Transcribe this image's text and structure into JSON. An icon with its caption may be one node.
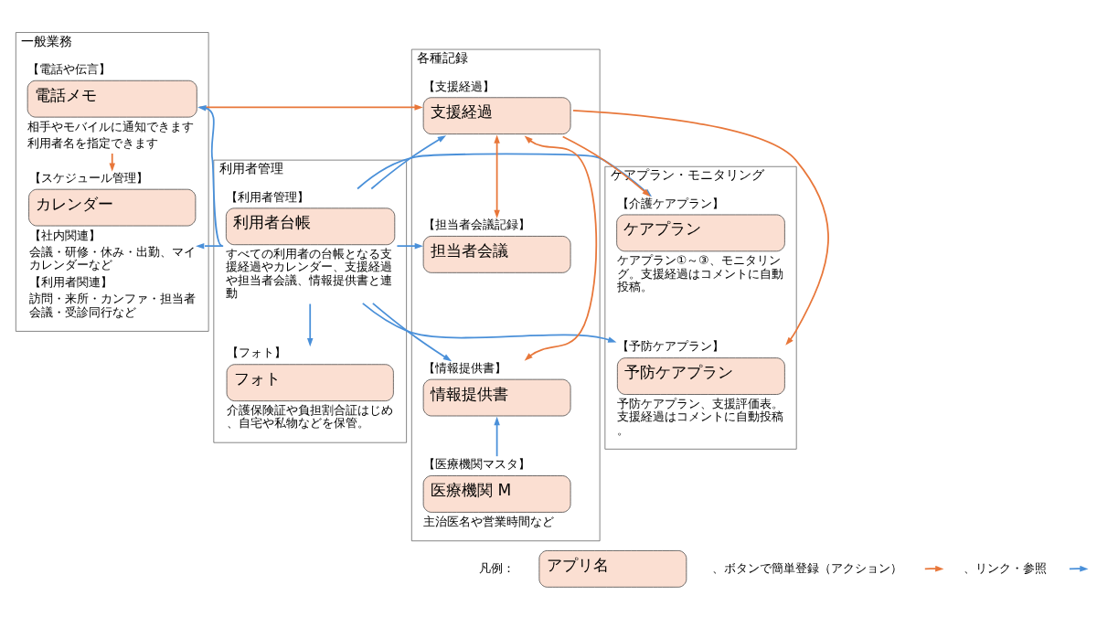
{
  "diagram": {
    "nodes": [
      {
        "text": [
          "一般業務"
        ]
      },
      {
        "text": [
          "【電話や伝言】",
          "電話メモ"
        ],
        "in": 0,
        "beside": [
          "相手やモバイルに通知できます",
          "利用者名を指定できます"
        ]
      },
      {
        "text": [
          "【スケジュール管理】",
          "カレンダー"
        ],
        "in": 0,
        "beside": [
          "【社内関連】",
          "会議・研修・休み・出勤、マイカレンダーなど",
          "【利用者関連】",
          "訪問・来所・カンファ・担当者会議・受診同行など"
        ]
      },
      {
        "text": [
          "利用者管理"
        ]
      },
      {
        "text": [
          "【利用者管理】",
          "利用者台帳"
        ],
        "in": 3,
        "beside": [
          "すべての利用者の台帳となる支援経過やカレンダー、支援経過や担当者会議、情報提供書と連動"
        ]
      },
      {
        "text": [
          "【フォト】",
          "フォト"
        ],
        "in": 3,
        "beside": [
          "介護保険証や負担割合証はじめ、自宅や私物などを保管。"
        ]
      },
      {
        "text": [
          "各種記録"
        ]
      },
      {
        "text": [
          "【支援経過】",
          "支援経過"
        ],
        "in": 6
      },
      {
        "text": [
          "【担当者会議記録】",
          "担当者会議"
        ],
        "in": 6
      },
      {
        "text": [
          "【情報提供書】",
          "情報提供書"
        ],
        "in": 6
      },
      {
        "text": [
          "【医療機関マスタ】",
          "医療機関 M"
        ],
        "in": 6,
        "beside": [
          "主治医名や営業時間など"
        ]
      },
      {
        "text": [
          "ケアプラン・モニタリング"
        ]
      },
      {
        "text": [
          "【介護ケアプラン】",
          "ケアプラン"
        ],
        "in": 11,
        "beside": [
          "ケアプラン①～③、モニタリング。支援経過はコメントに自動投稿。"
        ]
      },
      {
        "text": [
          "【予防ケアプラン】",
          "予防ケアプラン"
        ],
        "in": 11,
        "beside": [
          "予防ケアプラン、支援評価表。支援経過はコメントに自動投稿。"
        ]
      },
      {
        "text": [
          "アプリ名"
        ]
      }
    ],
    "edges": [
      {
        "from": 1,
        "to": 7,
        "arrow": "to",
        "color": "#e8773a"
      },
      {
        "from": 1,
        "to": 2,
        "arrow": "to",
        "color": "#e8773a"
      },
      {
        "from": 4,
        "to": 1,
        "arrow": "to"
      },
      {
        "from": 4,
        "to": 2,
        "arrow": "to"
      },
      {
        "from": 4,
        "to": 7,
        "arrow": "to"
      },
      {
        "from": 4,
        "to": 12,
        "arrow": "to"
      },
      {
        "from": 4,
        "to": 8,
        "arrow": "to"
      },
      {
        "from": 4,
        "to": 9,
        "arrow": "to"
      },
      {
        "from": 4,
        "to": 5,
        "arrow": "to"
      },
      {
        "from": 4,
        "to": 13,
        "arrow": "to"
      },
      {
        "from": 7,
        "to": 12,
        "arrow": "to",
        "color": "#e8773a"
      },
      {
        "from": 7,
        "to": 13,
        "arrow": "to",
        "color": "#e8773a"
      },
      {
        "from": 7,
        "to": 8,
        "arrow": "both",
        "color": "#e8773a"
      },
      {
        "from": 7,
        "to": 9,
        "arrow": "both",
        "color": "#e8773a"
      },
      {
        "from": 10,
        "to": 9,
        "arrow": "to"
      }
    ],
    "labels": [
      "凡例："
    ],
    "legend": [
      {
        "text": "、ボタンで簡単登録（アクション）"
      },
      {
        "text": "、リンク・参照"
      }
    ]
  }
}
